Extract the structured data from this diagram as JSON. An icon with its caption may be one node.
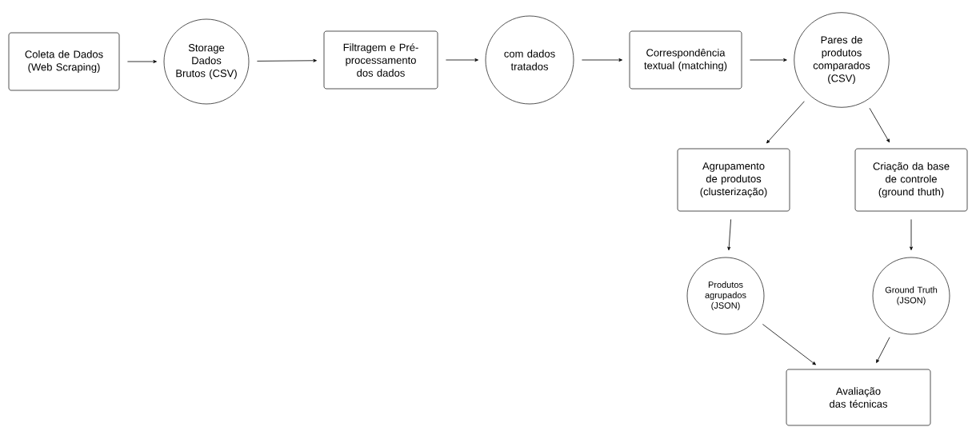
{
  "diagram": {
    "nodes": [
      {
        "text": [
          "Coleta de Dados (Web Scraping)"
        ]
      },
      {
        "text": [
          "Storage Dados Brutos (CSV)"
        ]
      },
      {
        "text": [
          "Filtragem e Pré-processamento dos dados"
        ]
      },
      {
        "text": [
          "com dados tratados"
        ]
      },
      {
        "text": [
          "Correspondência textual (matching)"
        ]
      },
      {
        "text": [
          "Pares de produtos comparados (CSV)"
        ]
      },
      {
        "text": [
          "Agrupamento de produtos (clusterização)"
        ]
      },
      {
        "text": [
          "Criação da base de controle (ground thuth)"
        ]
      },
      {
        "text": [
          "Produtos agrupados (JSON)"
        ]
      },
      {
        "text": [
          "Ground Truth (JSON)"
        ]
      },
      {
        "text": [
          "Avaliação das técnicas"
        ]
      }
    ],
    "edges": [
      {
        "from": 0,
        "to": 1,
        "arrow": "to"
      },
      {
        "from": 1,
        "to": 2,
        "arrow": "to"
      },
      {
        "from": 2,
        "to": 3,
        "arrow": "to"
      },
      {
        "from": 3,
        "to": 4,
        "arrow": "to"
      },
      {
        "from": 4,
        "to": 5,
        "arrow": "to"
      },
      {
        "from": 5,
        "to": 6,
        "arrow": "to"
      },
      {
        "from": 5,
        "to": 7,
        "arrow": "to"
      },
      {
        "from": 6,
        "to": 8,
        "arrow": "to"
      },
      {
        "from": 7,
        "to": 9,
        "arrow": "to"
      },
      {
        "from": 8,
        "to": 10,
        "arrow": "to"
      },
      {
        "from": 9,
        "to": 10,
        "arrow": "to"
      }
    ]
  }
}
